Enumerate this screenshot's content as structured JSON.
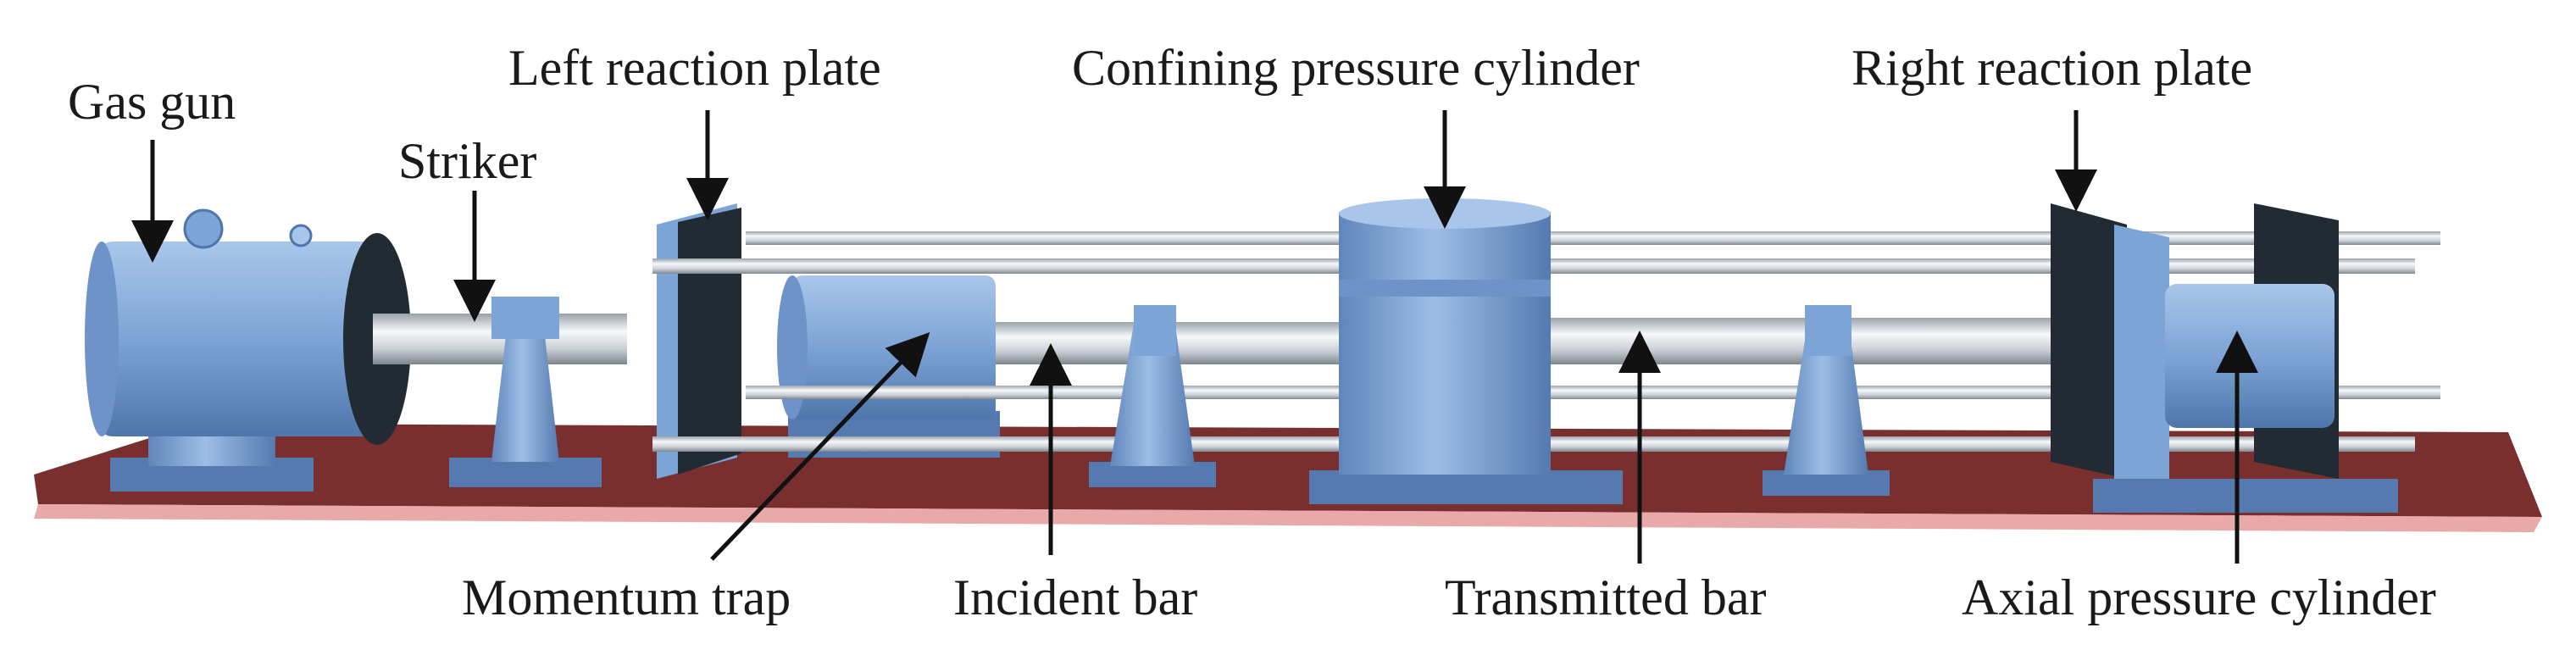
{
  "labels": {
    "gas_gun": "Gas gun",
    "striker": "Striker",
    "left_reaction_plate": "Left reaction plate",
    "confining_pressure_cylinder": "Confining pressure cylinder",
    "right_reaction_plate": "Right reaction plate",
    "momentum_trap": "Momentum trap",
    "incident_bar": "Incident bar",
    "transmitted_bar": "Transmitted bar",
    "axial_pressure_cylinder": "Axial pressure cylinder"
  },
  "colors": {
    "component_blue": "#7da4d6",
    "component_blue_dark": "#4f76aa",
    "component_blue_light": "#a9c6ea",
    "plate_black": "#222a33",
    "bar_silver": "#d9dde2",
    "base_top": "#7a2f2f",
    "base_edge": "#e9a9a9",
    "arrow": "#111111"
  }
}
